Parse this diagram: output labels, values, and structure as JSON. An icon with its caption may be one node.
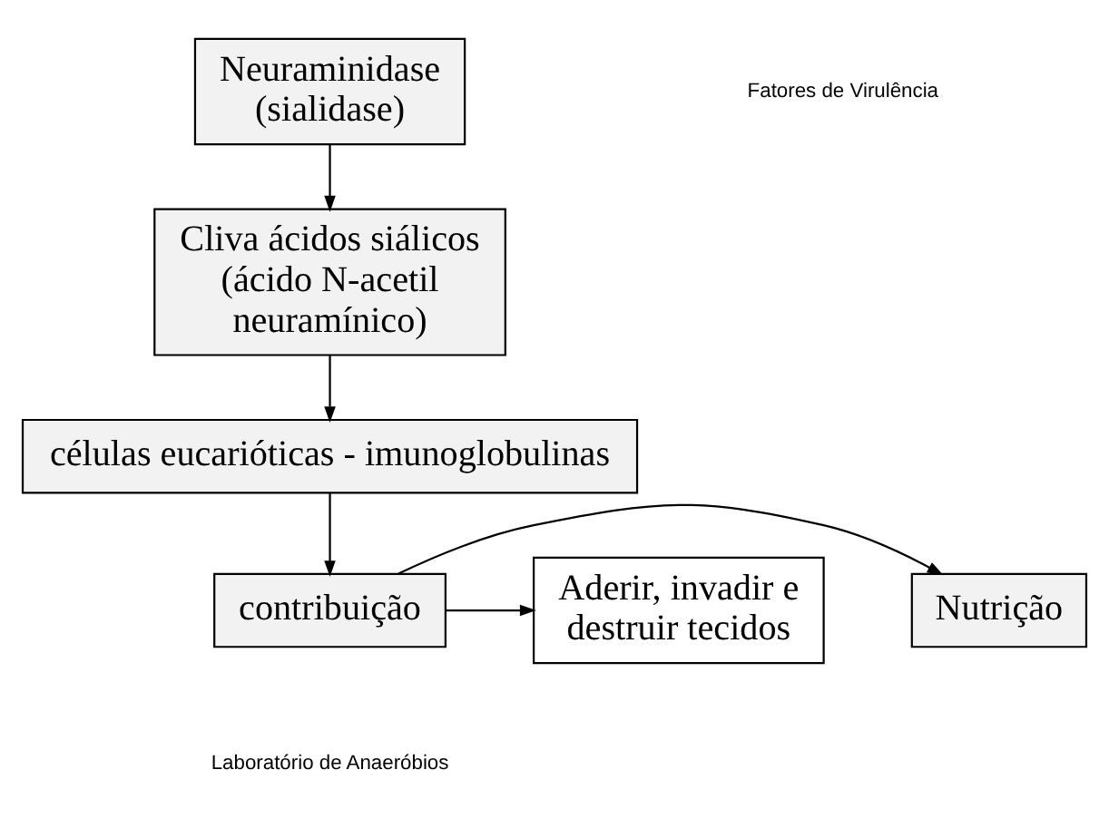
{
  "diagram": {
    "nodes": [
      {
        "text": [
          "Neuraminidase (sialidase)"
        ]
      },
      {
        "text": [
          "Cliva ácidos siálicos (ácido N-acetil neuramínico)"
        ]
      },
      {
        "text": [
          "células eucarióticas - imunoglobulinas"
        ]
      },
      {
        "text": [
          "Nutrição"
        ]
      },
      {
        "text": [
          "contribuição"
        ]
      },
      {
        "text": [
          "Aderir, invadir e destruir tecidos"
        ]
      }
    ],
    "edges": [
      {
        "from": 0,
        "to": 1,
        "arrow": "to"
      },
      {
        "from": 1,
        "to": 2,
        "arrow": "to"
      },
      {
        "from": 2,
        "to": 4,
        "arrow": "to"
      },
      {
        "from": 4,
        "to": 3,
        "arrow": "to"
      },
      {
        "from": 4,
        "to": 5,
        "arrow": "to"
      }
    ],
    "labels": [
      "Fatores de Virulência",
      "Laboratório de Anaeróbios"
    ]
  }
}
